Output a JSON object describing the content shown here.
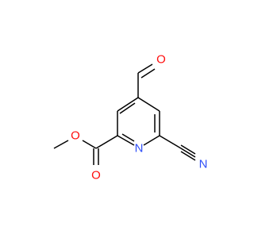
{
  "molecule": {
    "atoms": {
      "o_aldehyde": {
        "label": "O",
        "color": "#ff0d0d"
      },
      "o_ester_carbonyl": {
        "label": "O",
        "color": "#ff0d0d"
      },
      "o_ester_ether": {
        "label": "O",
        "color": "#ff0d0d"
      },
      "n_ring": {
        "label": "N",
        "color": "#3050f8"
      },
      "n_nitrile": {
        "label": "N",
        "color": "#3050f8"
      }
    },
    "bond_color": "#000000"
  }
}
